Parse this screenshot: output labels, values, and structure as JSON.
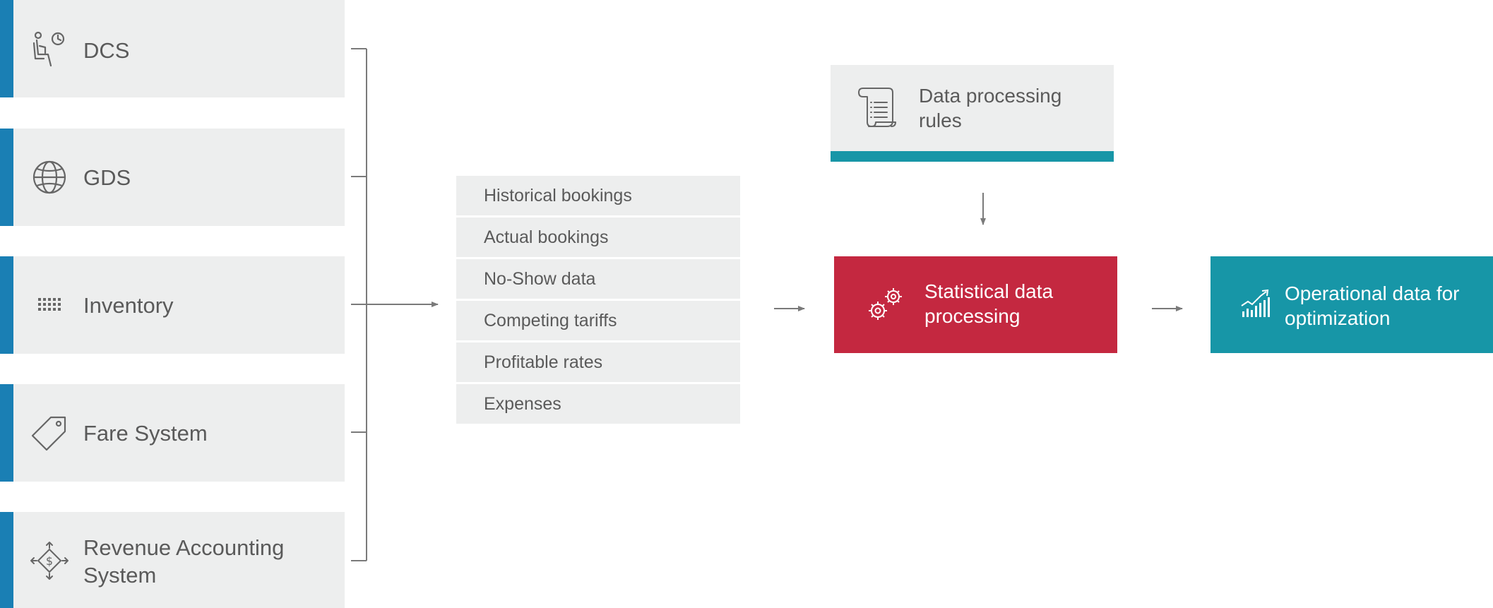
{
  "sources": [
    {
      "label": "DCS",
      "icon": "seat-clock-icon"
    },
    {
      "label": "GDS",
      "icon": "globe-icon"
    },
    {
      "label": "Inventory",
      "icon": "grid-dots-icon"
    },
    {
      "label": "Fare System",
      "icon": "price-tag-icon"
    },
    {
      "label": "Revenue Accounting System",
      "icon": "dollar-arrows-icon"
    }
  ],
  "data_list": [
    "Historical bookings",
    "Actual bookings",
    "No-Show data",
    "Competing tariffs",
    "Profitable rates",
    "Expenses"
  ],
  "rules": {
    "label": "Data processing rules",
    "icon": "scroll-icon"
  },
  "statistical": {
    "label": "Statistical data processing",
    "icon": "gears-icon"
  },
  "operational": {
    "label": "Operational data for optimization",
    "icon": "growth-chart-icon"
  },
  "colors": {
    "source_accent": "#1a7fb4",
    "box_gray": "#edeeee",
    "teal": "#1796a7",
    "red": "#c42840",
    "line": "#7a7a7a"
  }
}
